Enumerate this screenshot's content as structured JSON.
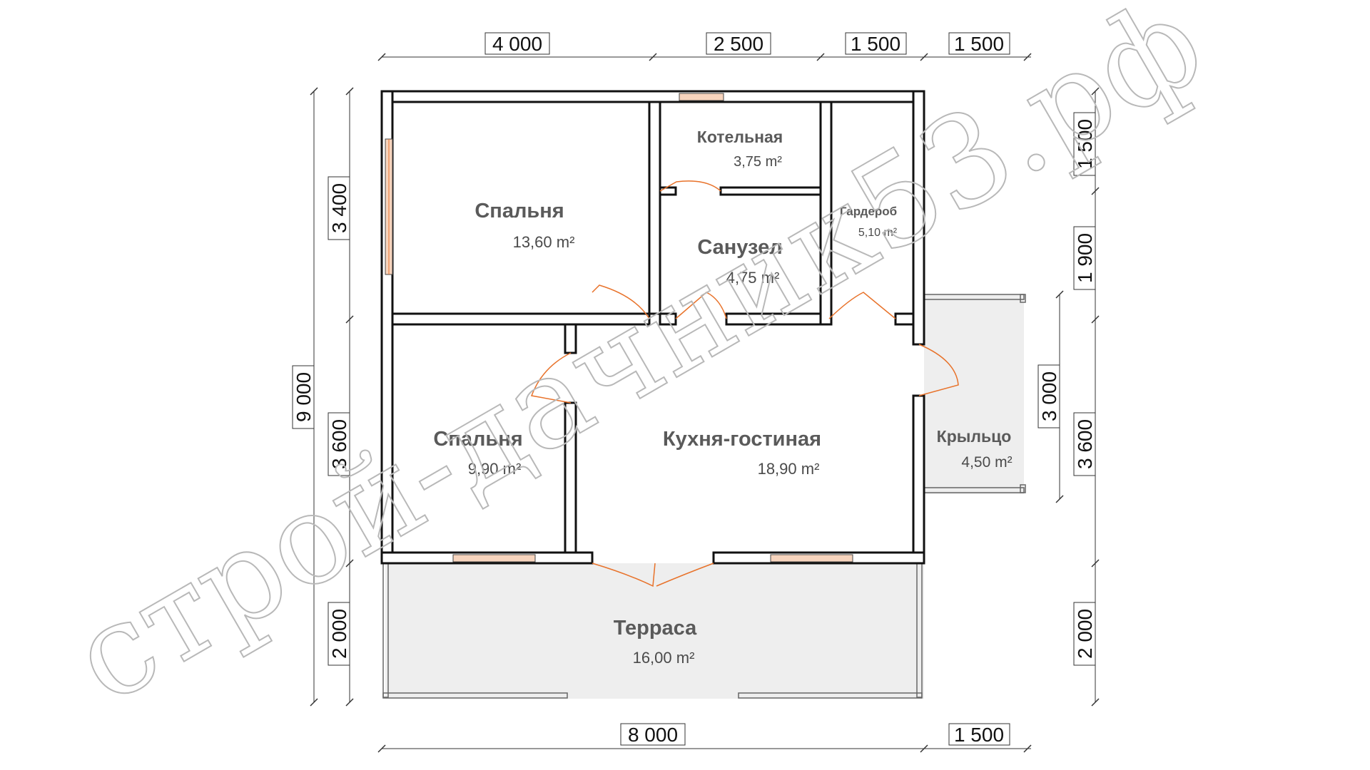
{
  "dimensions": {
    "top": [
      "4 000",
      "2 500",
      "1 500",
      "1 500"
    ],
    "bottom": [
      "8 000",
      "1 500"
    ],
    "left_total": "9 000",
    "left_segments": [
      "3 400",
      "3 600",
      "2 000"
    ],
    "right_segments": [
      "1 500",
      "1 900",
      "3 600",
      "2 000"
    ],
    "porch": "3 000"
  },
  "rooms": {
    "bedroom1": {
      "name": "Спальня",
      "area": "13,60 m²"
    },
    "boiler": {
      "name": "Котельная",
      "area": "3,75 m²"
    },
    "bathroom": {
      "name": "Санузел",
      "area": "4,75 m²"
    },
    "wardrobe": {
      "name": "Гардероб",
      "area": "5,10 m²"
    },
    "bedroom2": {
      "name": "Спальня",
      "area": "9,90 m²"
    },
    "kitchen": {
      "name": "Кухня-гостиная",
      "area": "18,90 m²"
    },
    "porch": {
      "name": "Крыльцо",
      "area": "4,50 m²"
    },
    "terrace": {
      "name": "Терраса",
      "area": "16,00 m²"
    }
  },
  "watermark": "строй-дачник53.рф",
  "colors": {
    "wall": "#111111",
    "door": "#e8722a",
    "window": "#f2b38a",
    "deck": "#eeeeee"
  }
}
